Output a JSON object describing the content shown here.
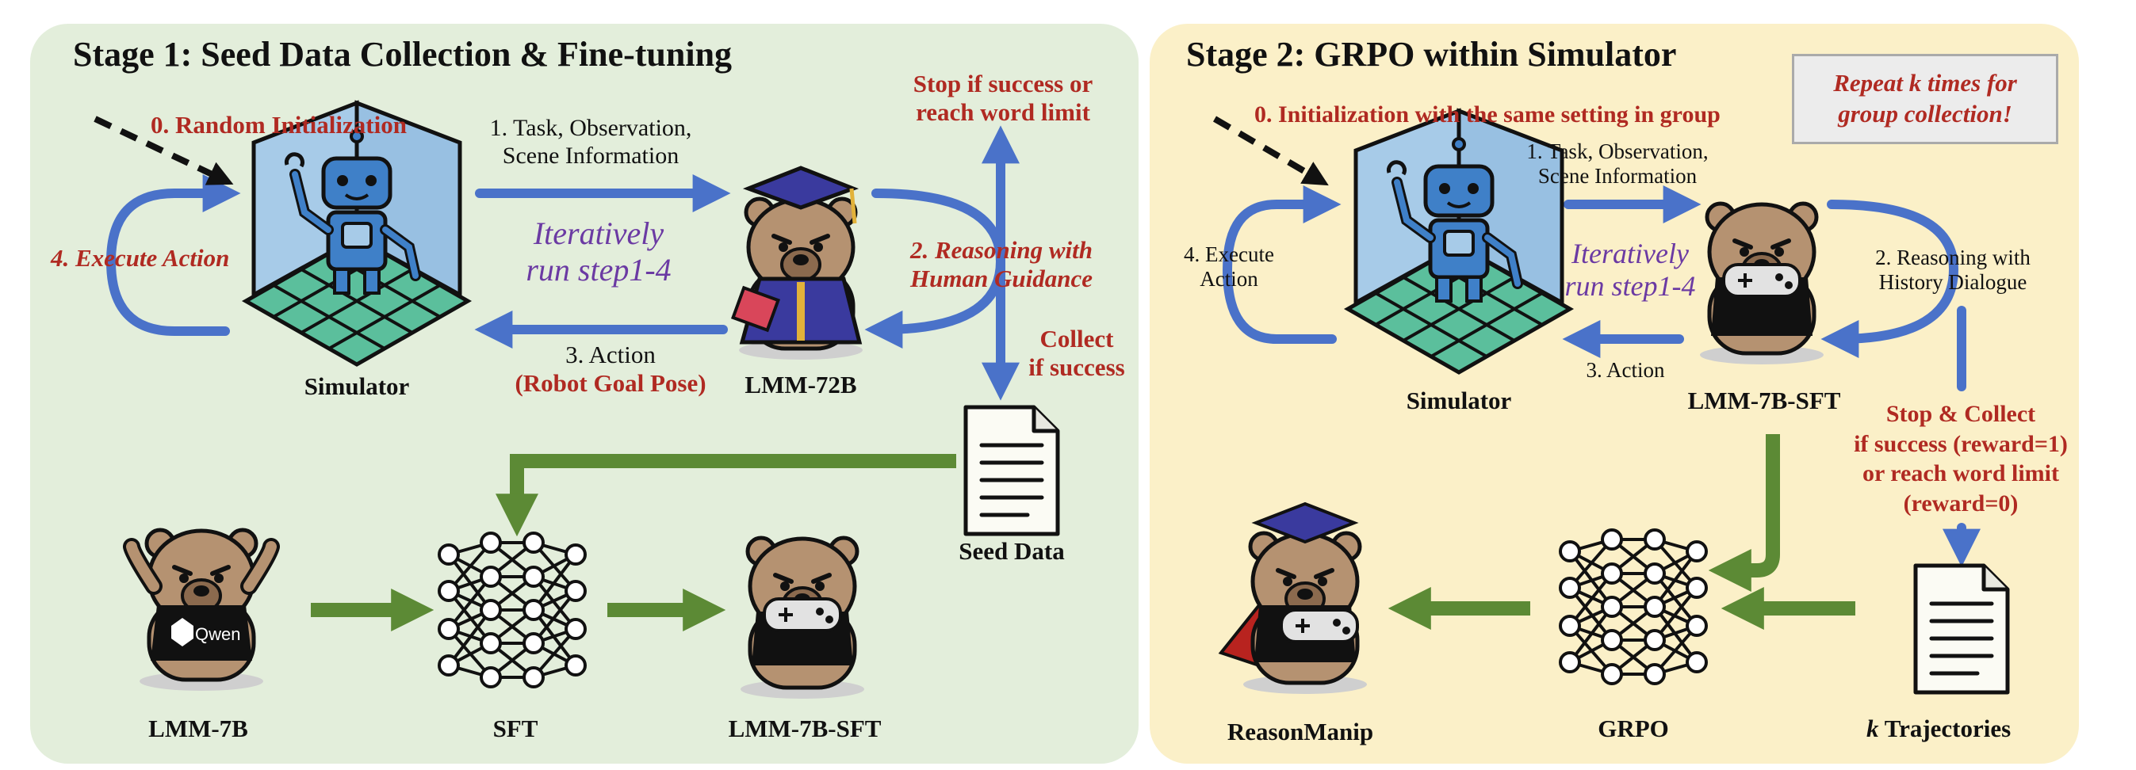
{
  "stage1": {
    "title": "Stage 1: Seed Data Collection & Fine-tuning",
    "random_init": "0. Random Initialization",
    "task_obs": [
      "1. Task, Observation,",
      "Scene Information"
    ],
    "iterative": [
      "Iteratively",
      "run step1-4"
    ],
    "execute_action": "4. Execute Action",
    "stop": [
      "Stop if success or",
      "reach word limit"
    ],
    "reasoning": [
      "2. Reasoning with",
      "Human Guidance"
    ],
    "collect": [
      "Collect",
      "if success"
    ],
    "action": "3. Action",
    "goal_pose": "(Robot Goal Pose)",
    "simulator": "Simulator",
    "lmm72": "LMM-72B",
    "seed_data": "Seed Data",
    "lmm7": "LMM-7B",
    "sft": "SFT",
    "lmm7sft": "LMM-7B-SFT",
    "qwen_logo": "Qwen"
  },
  "stage2": {
    "title": "Stage 2: GRPO within Simulator",
    "repeat": [
      "Repeat k times for",
      "group collection!"
    ],
    "init_same": "0. Initialization with the same setting in group",
    "task_obs": [
      "1. Task, Observation,",
      "Scene Information"
    ],
    "iterative": [
      "Iteratively",
      "run step1-4"
    ],
    "execute_action": [
      "4. Execute",
      "Action"
    ],
    "reasoning": [
      "2. Reasoning with",
      "History Dialogue"
    ],
    "action": "3. Action",
    "simulator": "Simulator",
    "lmm7sft": "LMM-7B-SFT",
    "stop_collect": [
      "Stop & Collect",
      "if success (reward=1)",
      "or reach word limit",
      "(reward=0)"
    ],
    "reasonmanip": "ReasonManip",
    "grpo": "GRPO",
    "k_letter": "k",
    "trajectories": " Trajectories"
  },
  "colors": {
    "blue_arrow": "#4a72c9",
    "green_arrow": "#5c8a35",
    "red_text": "#b02a22",
    "purple_text": "#6b3aa3"
  }
}
